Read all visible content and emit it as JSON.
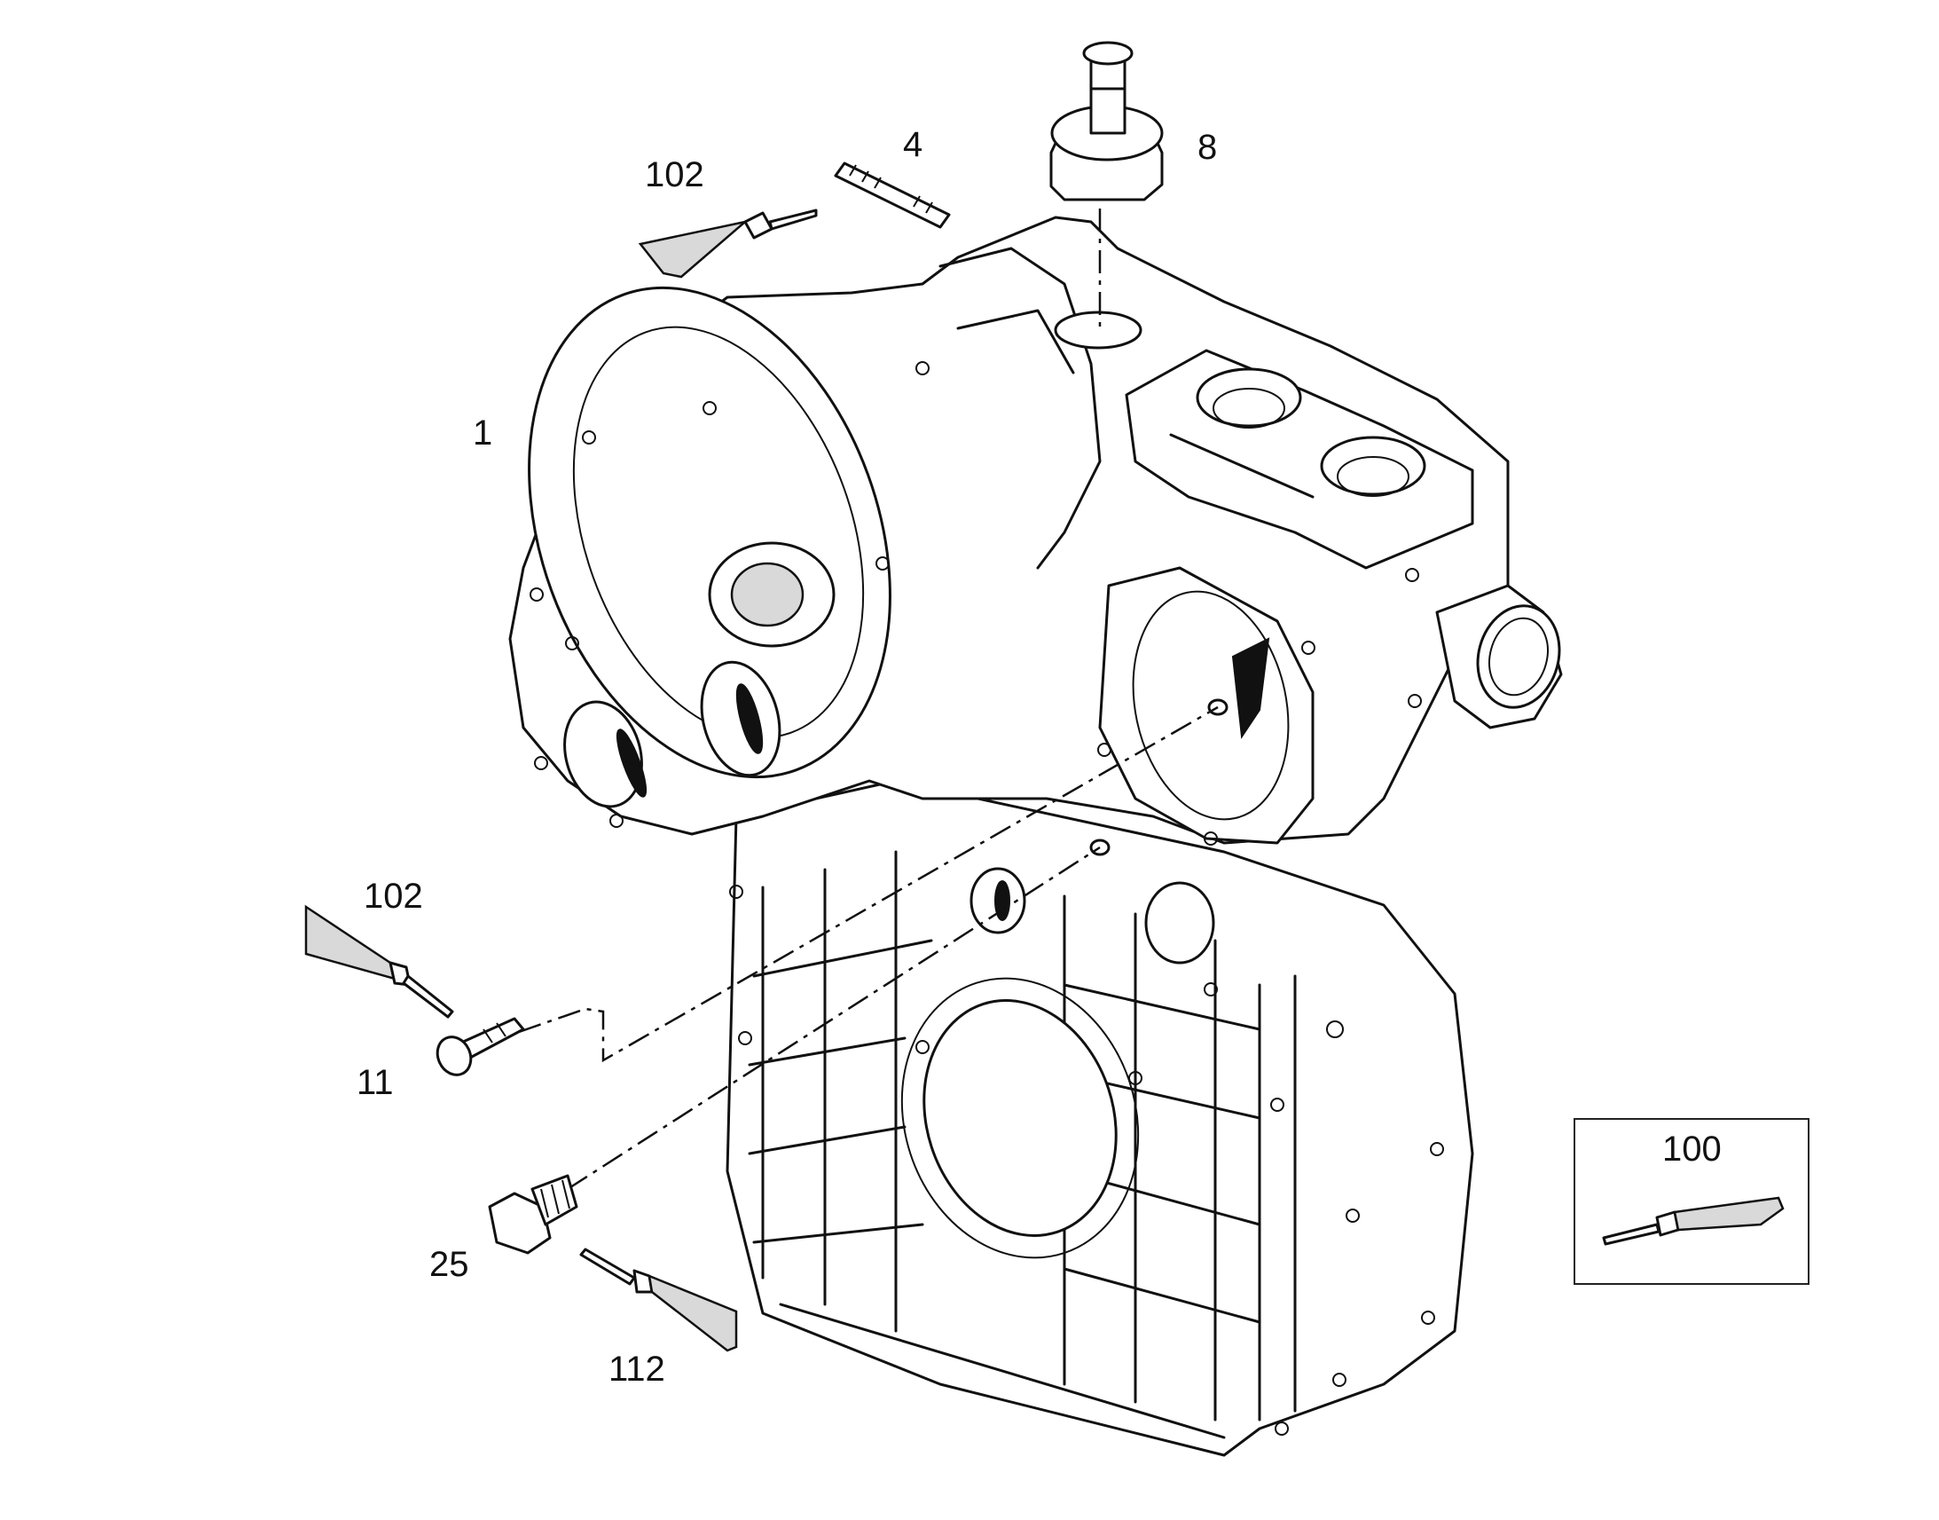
{
  "diagram": {
    "callouts": [
      {
        "key": "housing",
        "text": "1"
      },
      {
        "key": "stud",
        "text": "4"
      },
      {
        "key": "sleeve",
        "text": "8"
      },
      {
        "key": "screw",
        "text": "11"
      },
      {
        "key": "plug",
        "text": "25"
      },
      {
        "key": "sealant_top",
        "text": "102"
      },
      {
        "key": "sealant_left",
        "text": "102"
      },
      {
        "key": "sealant_bottom",
        "text": "112"
      },
      {
        "key": "sealant_legend",
        "text": "100"
      }
    ]
  }
}
